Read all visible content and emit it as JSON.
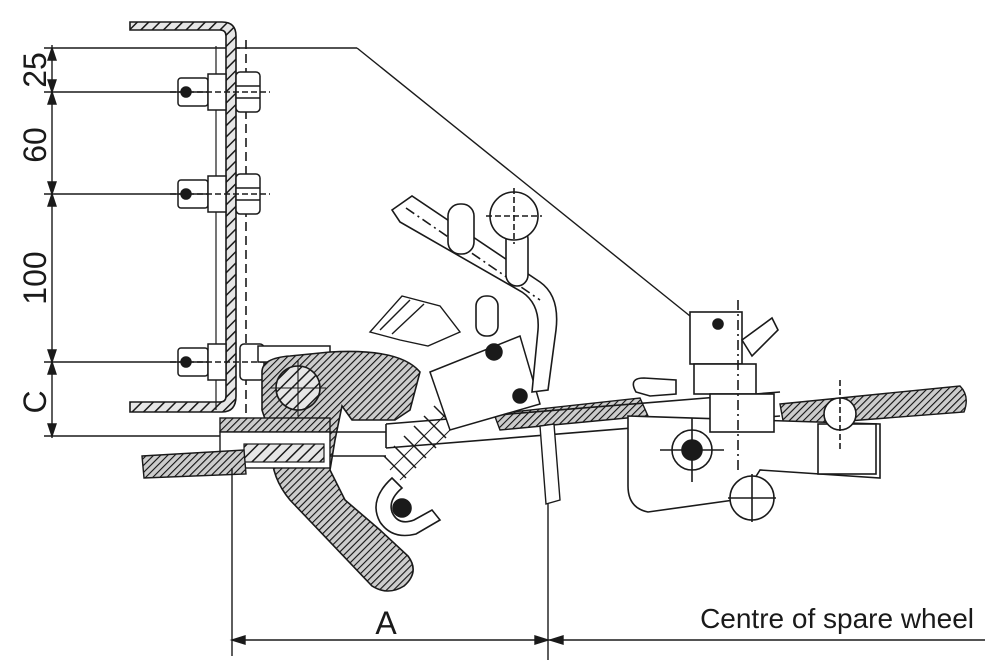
{
  "dimensions": {
    "top": "25",
    "second": "60",
    "third": "100",
    "bottom": "C",
    "horizontal": "A"
  },
  "caption": "Centre of spare wheel"
}
